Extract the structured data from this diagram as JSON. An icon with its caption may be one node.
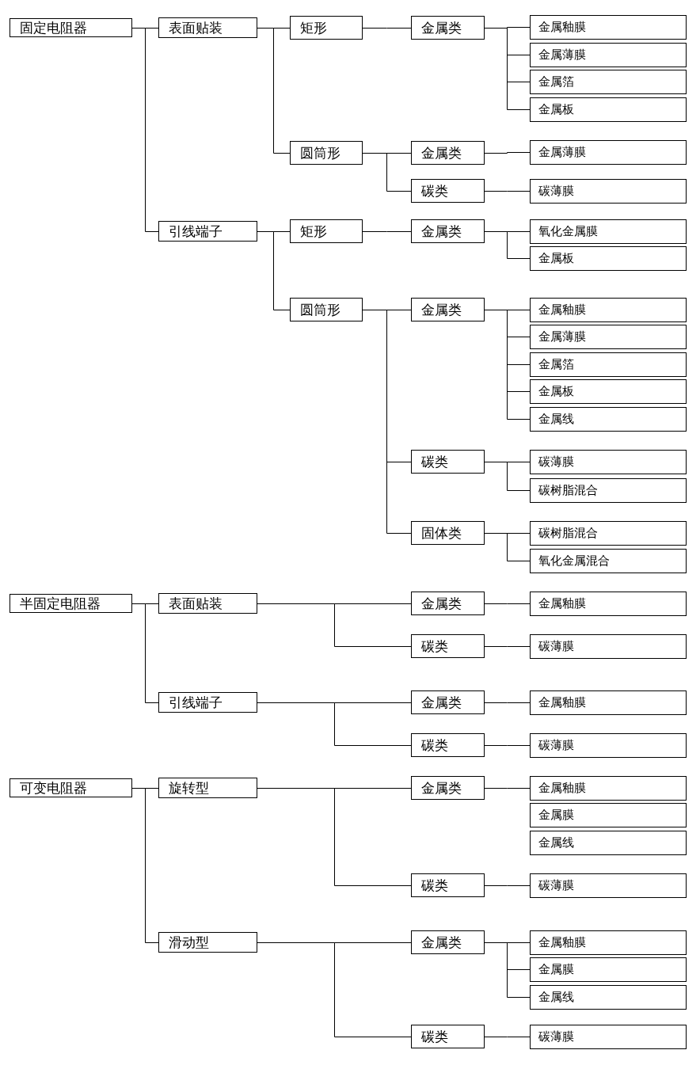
{
  "diagram": {
    "nodes": [
      {
        "text": [
          "固定电阻器"
        ]
      },
      {
        "text": [
          "表面贴装"
        ]
      },
      {
        "text": [
          "矩形"
        ]
      },
      {
        "text": [
          "金属类"
        ]
      },
      {
        "text": [
          "金属釉膜"
        ]
      },
      {
        "text": [
          "金属薄膜"
        ]
      },
      {
        "text": [
          "金属箔"
        ]
      },
      {
        "text": [
          "金属板"
        ]
      },
      {
        "text": [
          "圆筒形"
        ]
      },
      {
        "text": [
          "金属类"
        ]
      },
      {
        "text": [
          "金属薄膜"
        ]
      },
      {
        "text": [
          "碳类"
        ]
      },
      {
        "text": [
          "碳薄膜"
        ]
      },
      {
        "text": [
          "引线端子"
        ]
      },
      {
        "text": [
          "矩形"
        ]
      },
      {
        "text": [
          "金属类"
        ]
      },
      {
        "text": [
          "氧化金属膜"
        ]
      },
      {
        "text": [
          "金属板"
        ]
      },
      {
        "text": [
          "圆筒形"
        ]
      },
      {
        "text": [
          "金属类"
        ]
      },
      {
        "text": [
          "金属釉膜"
        ]
      },
      {
        "text": [
          "金属薄膜"
        ]
      },
      {
        "text": [
          "金属箔"
        ]
      },
      {
        "text": [
          "金属板"
        ]
      },
      {
        "text": [
          "金属线"
        ]
      },
      {
        "text": [
          "碳类"
        ]
      },
      {
        "text": [
          "碳薄膜"
        ]
      },
      {
        "text": [
          "碳树脂混合"
        ]
      },
      {
        "text": [
          "固体类"
        ]
      },
      {
        "text": [
          "碳树脂混合"
        ]
      },
      {
        "text": [
          "氧化金属混合"
        ]
      },
      {
        "text": [
          "半固定电阻器"
        ]
      },
      {
        "text": [
          "表面贴装"
        ]
      },
      {
        "text": [
          "金属类"
        ]
      },
      {
        "text": [
          "金属釉膜"
        ]
      },
      {
        "text": [
          "碳类"
        ]
      },
      {
        "text": [
          "碳薄膜"
        ]
      },
      {
        "text": [
          "引线端子"
        ]
      },
      {
        "text": [
          "金属类"
        ]
      },
      {
        "text": [
          "金属釉膜"
        ]
      },
      {
        "text": [
          "碳类"
        ]
      },
      {
        "text": [
          "碳薄膜"
        ]
      },
      {
        "text": [
          "可变电阻器"
        ]
      },
      {
        "text": [
          "旋转型"
        ]
      },
      {
        "text": [
          "金属类"
        ]
      },
      {
        "text": [
          "金属釉膜"
        ]
      },
      {
        "text": [
          "金属膜"
        ]
      },
      {
        "text": [
          "金属线"
        ]
      },
      {
        "text": [
          "碳类"
        ]
      },
      {
        "text": [
          "碳薄膜"
        ]
      },
      {
        "text": [
          "滑动型"
        ]
      },
      {
        "text": [
          "金属类"
        ]
      },
      {
        "text": [
          "金属釉膜"
        ]
      },
      {
        "text": [
          "金属膜"
        ]
      },
      {
        "text": [
          "金属线"
        ]
      },
      {
        "text": [
          "碳类"
        ]
      },
      {
        "text": [
          "碳薄膜"
        ]
      }
    ],
    "edges": [
      {
        "from": 0,
        "to": 1,
        "arrow": "none"
      },
      {
        "from": 0,
        "to": 13,
        "arrow": "none"
      },
      {
        "from": 1,
        "to": 2,
        "arrow": "none"
      },
      {
        "from": 1,
        "to": 8,
        "arrow": "none"
      },
      {
        "from": 2,
        "to": 3,
        "arrow": "none"
      },
      {
        "from": 3,
        "to": 4,
        "arrow": "none"
      },
      {
        "from": 3,
        "to": 5,
        "arrow": "none"
      },
      {
        "from": 3,
        "to": 6,
        "arrow": "none"
      },
      {
        "from": 3,
        "to": 7,
        "arrow": "none"
      },
      {
        "from": 8,
        "to": 9,
        "arrow": "none"
      },
      {
        "from": 8,
        "to": 11,
        "arrow": "none"
      },
      {
        "from": 9,
        "to": 10,
        "arrow": "none"
      },
      {
        "from": 11,
        "to": 12,
        "arrow": "none"
      },
      {
        "from": 13,
        "to": 14,
        "arrow": "none"
      },
      {
        "from": 13,
        "to": 18,
        "arrow": "none"
      },
      {
        "from": 14,
        "to": 15,
        "arrow": "none"
      },
      {
        "from": 15,
        "to": 16,
        "arrow": "none"
      },
      {
        "from": 15,
        "to": 17,
        "arrow": "none"
      },
      {
        "from": 18,
        "to": 19,
        "arrow": "none"
      },
      {
        "from": 18,
        "to": 25,
        "arrow": "none"
      },
      {
        "from": 18,
        "to": 28,
        "arrow": "none"
      },
      {
        "from": 19,
        "to": 20,
        "arrow": "none"
      },
      {
        "from": 19,
        "to": 21,
        "arrow": "none"
      },
      {
        "from": 19,
        "to": 22,
        "arrow": "none"
      },
      {
        "from": 19,
        "to": 23,
        "arrow": "none"
      },
      {
        "from": 19,
        "to": 24,
        "arrow": "none"
      },
      {
        "from": 25,
        "to": 26,
        "arrow": "none"
      },
      {
        "from": 25,
        "to": 27,
        "arrow": "none"
      },
      {
        "from": 28,
        "to": 29,
        "arrow": "none"
      },
      {
        "from": 28,
        "to": 30,
        "arrow": "none"
      },
      {
        "from": 31,
        "to": 32,
        "arrow": "none"
      },
      {
        "from": 31,
        "to": 37,
        "arrow": "none"
      },
      {
        "from": 32,
        "to": 33,
        "arrow": "none"
      },
      {
        "from": 32,
        "to": 35,
        "arrow": "none"
      },
      {
        "from": 33,
        "to": 34,
        "arrow": "none"
      },
      {
        "from": 35,
        "to": 36,
        "arrow": "none"
      },
      {
        "from": 37,
        "to": 38,
        "arrow": "none"
      },
      {
        "from": 37,
        "to": 40,
        "arrow": "none"
      },
      {
        "from": 38,
        "to": 39,
        "arrow": "none"
      },
      {
        "from": 40,
        "to": 41,
        "arrow": "none"
      },
      {
        "from": 42,
        "to": 43,
        "arrow": "none"
      },
      {
        "from": 42,
        "to": 50,
        "arrow": "none"
      },
      {
        "from": 43,
        "to": 44,
        "arrow": "none"
      },
      {
        "from": 43,
        "to": 48,
        "arrow": "none"
      },
      {
        "from": 44,
        "to": 45,
        "arrow": "none"
      },
      {
        "from": 48,
        "to": 49,
        "arrow": "none"
      },
      {
        "from": 50,
        "to": 51,
        "arrow": "none"
      },
      {
        "from": 50,
        "to": 55,
        "arrow": "none"
      },
      {
        "from": 51,
        "to": 52,
        "arrow": "none"
      },
      {
        "from": 51,
        "to": 53,
        "arrow": "none"
      },
      {
        "from": 51,
        "to": 54,
        "arrow": "none"
      },
      {
        "from": 55,
        "to": 56,
        "arrow": "none"
      }
    ]
  }
}
